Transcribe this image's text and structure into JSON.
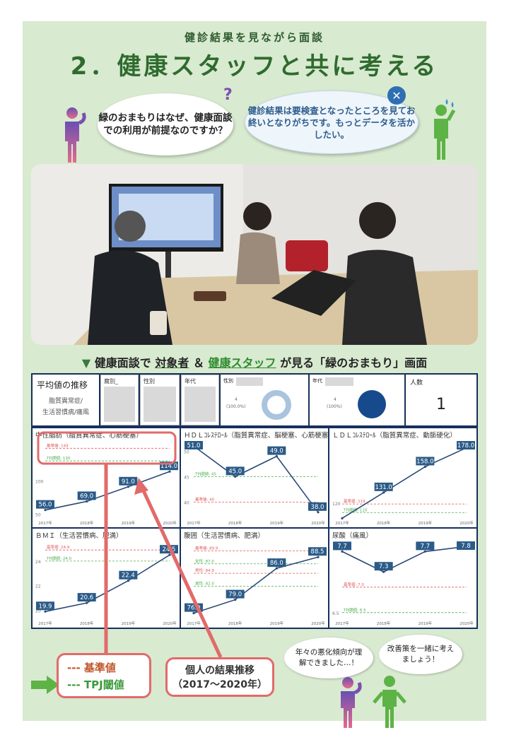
{
  "header": {
    "subtitle": "健診結果を見ながら面談",
    "title": "2．健康スタッフと共に考える"
  },
  "bubbles": {
    "question": "緑のおまもりはなぜ、健康面談での利用が前提なのですか？",
    "problem": "健診結果は要検査となったところを見てお終いとなりがちです。もっとデータを活かしたい。",
    "qmark": "?",
    "xmark": "✕"
  },
  "caption": {
    "marker": "▼",
    "part1": "健康面談で",
    "target": "対象者",
    "amp": "＆",
    "staff": "健康スタッフ",
    "part2": "が見る「緑のおまもり」画面"
  },
  "dashboard": {
    "header_title": "平均値の推移",
    "header_sub1": "脂質異常症/",
    "header_sub2": "生活習慣病/痛風",
    "slicers": [
      "腐別_",
      "性別",
      "年代"
    ],
    "gender_label": "性別",
    "gender_count": "4",
    "gender_pct": "(100.0%)",
    "age_label": "年代",
    "age_count": "4",
    "age_pct": "(100%)",
    "people_label": "人数",
    "people_value": "1",
    "colors": {
      "base": "#e05a5a",
      "tpj": "#4caf50",
      "line": "#2b4a77",
      "label_bg": "#2b5b88",
      "ring": "#a9c4dd",
      "disc": "#174a8c"
    }
  },
  "chart_data": [
    {
      "type": "line",
      "title": "中性脂肪（脂質異常症、心筋梗塞）",
      "x": [
        "2017年",
        "2018年",
        "2019年",
        "2020年"
      ],
      "values": [
        56.0,
        69.0,
        91.0,
        114.0
      ],
      "data_labels": [
        "56.0",
        "69.0",
        "91.0",
        "114.0"
      ],
      "yticks": [
        "50",
        "100"
      ],
      "ylim": [
        45,
        160
      ],
      "reference": [
        {
          "name": "基準値",
          "text": "基準値: 149",
          "value": 149,
          "color": "base"
        },
        {
          "name": "TPJ閾値",
          "text": "TPJ閾値: 130",
          "value": 130,
          "color": "tpj"
        }
      ]
    },
    {
      "type": "line",
      "title": "ＨＤＬｺﾚｽﾃﾛｰﾙ（脂質異常症、脳梗塞、心筋梗塞）",
      "x": [
        "2017年",
        "2018年",
        "2019年",
        "2020年"
      ],
      "values": [
        51.0,
        45.0,
        49.0,
        38.0
      ],
      "data_labels": [
        "51.0",
        "45.0",
        "49.0",
        "38.0"
      ],
      "yticks": [
        "40",
        "45",
        "50"
      ],
      "ylim": [
        37,
        52
      ],
      "reference": [
        {
          "name": "TPJ閾値",
          "text": "TPJ閾値: 45",
          "value": 45,
          "color": "tpj"
        },
        {
          "name": "基準値",
          "text": "基準値: 40",
          "value": 40,
          "color": "base"
        }
      ]
    },
    {
      "type": "line",
      "title": "ＬＤＬｺﾚｽﾃﾛｰﾙ（脂質異常症、動脈硬化）",
      "x": [
        "2017年",
        "2018年",
        "2019年",
        "2020年"
      ],
      "values": [
        104.0,
        131.0,
        158.0,
        178.0
      ],
      "data_labels": [
        "",
        "131.0",
        "158.0",
        "178.0"
      ],
      "yticks": [
        "120"
      ],
      "ylim": [
        105,
        185
      ],
      "reference": [
        {
          "name": "基準値",
          "text": "基準値: 119",
          "value": 119,
          "color": "base"
        },
        {
          "name": "TPJ閾値",
          "text": "TPJ閾値: 110",
          "value": 110,
          "color": "tpj"
        }
      ]
    },
    {
      "type": "line",
      "title": "ＢＭＩ（生活習慣病、肥満）",
      "x": [
        "2017年",
        "2018年",
        "2019年",
        "2020年"
      ],
      "values": [
        19.9,
        20.6,
        22.4,
        24.5
      ],
      "data_labels": [
        "19.9",
        "20.6",
        "22.4",
        "24.5"
      ],
      "yticks": [
        "20",
        "22",
        "24"
      ],
      "ylim": [
        19.4,
        25.6
      ],
      "reference": [
        {
          "name": "基準値",
          "text": "基準値: 24.9",
          "value": 24.9,
          "color": "base"
        },
        {
          "name": "TPJ閾値",
          "text": "TPJ閾値: 24.0",
          "value": 24.0,
          "color": "tpj"
        }
      ]
    },
    {
      "type": "line",
      "title": "腹囲（生活習慣病、肥満）",
      "x": [
        "2017年",
        "2018年",
        "2019年",
        "2020年"
      ],
      "values": [
        76.0,
        79.0,
        86.0,
        88.5
      ],
      "data_labels": [
        "76.0",
        "79.0",
        "86.0",
        "88.5"
      ],
      "yticks": [],
      "ylim": [
        75,
        92
      ],
      "reference": [
        {
          "name": "基準値",
          "text": "基準値: 89.9",
          "value": 89.9,
          "color": "base"
        },
        {
          "name": "女性",
          "text": "女性: 87.0",
          "value": 87.0,
          "color": "tpj"
        },
        {
          "name": "男性",
          "text": "男性: 84.9",
          "value": 84.9,
          "color": "base"
        },
        {
          "name": "男性",
          "text": "男性: 82.0",
          "value": 82.0,
          "color": "tpj"
        }
      ]
    },
    {
      "type": "line",
      "title": "尿酸（痛風）",
      "x": [
        "2017年",
        "2018年",
        "2019年",
        "2020年"
      ],
      "values": [
        7.7,
        7.3,
        7.7,
        7.8
      ],
      "data_labels": [
        "7.7",
        "7.3",
        "7.7",
        "7.8"
      ],
      "yticks": [
        "6.5"
      ],
      "ylim": [
        6.4,
        7.9
      ],
      "reference": [
        {
          "name": "基準値",
          "text": "基準値: 7.0",
          "value": 7.0,
          "color": "base"
        },
        {
          "name": "TPJ閾値",
          "text": "TPJ閾値: 6.5",
          "value": 6.5,
          "color": "tpj"
        }
      ]
    }
  ],
  "callouts": {
    "legend_base": "--- 基準値",
    "legend_tpj": "--- TPJ閾値",
    "trend_line1": "個人の結果推移",
    "trend_line2": "（2017〜2020年）"
  },
  "speech": {
    "s1": "年々の悪化傾向が理解できました…！",
    "s2": "改善策を一緒に考えましょう！"
  }
}
